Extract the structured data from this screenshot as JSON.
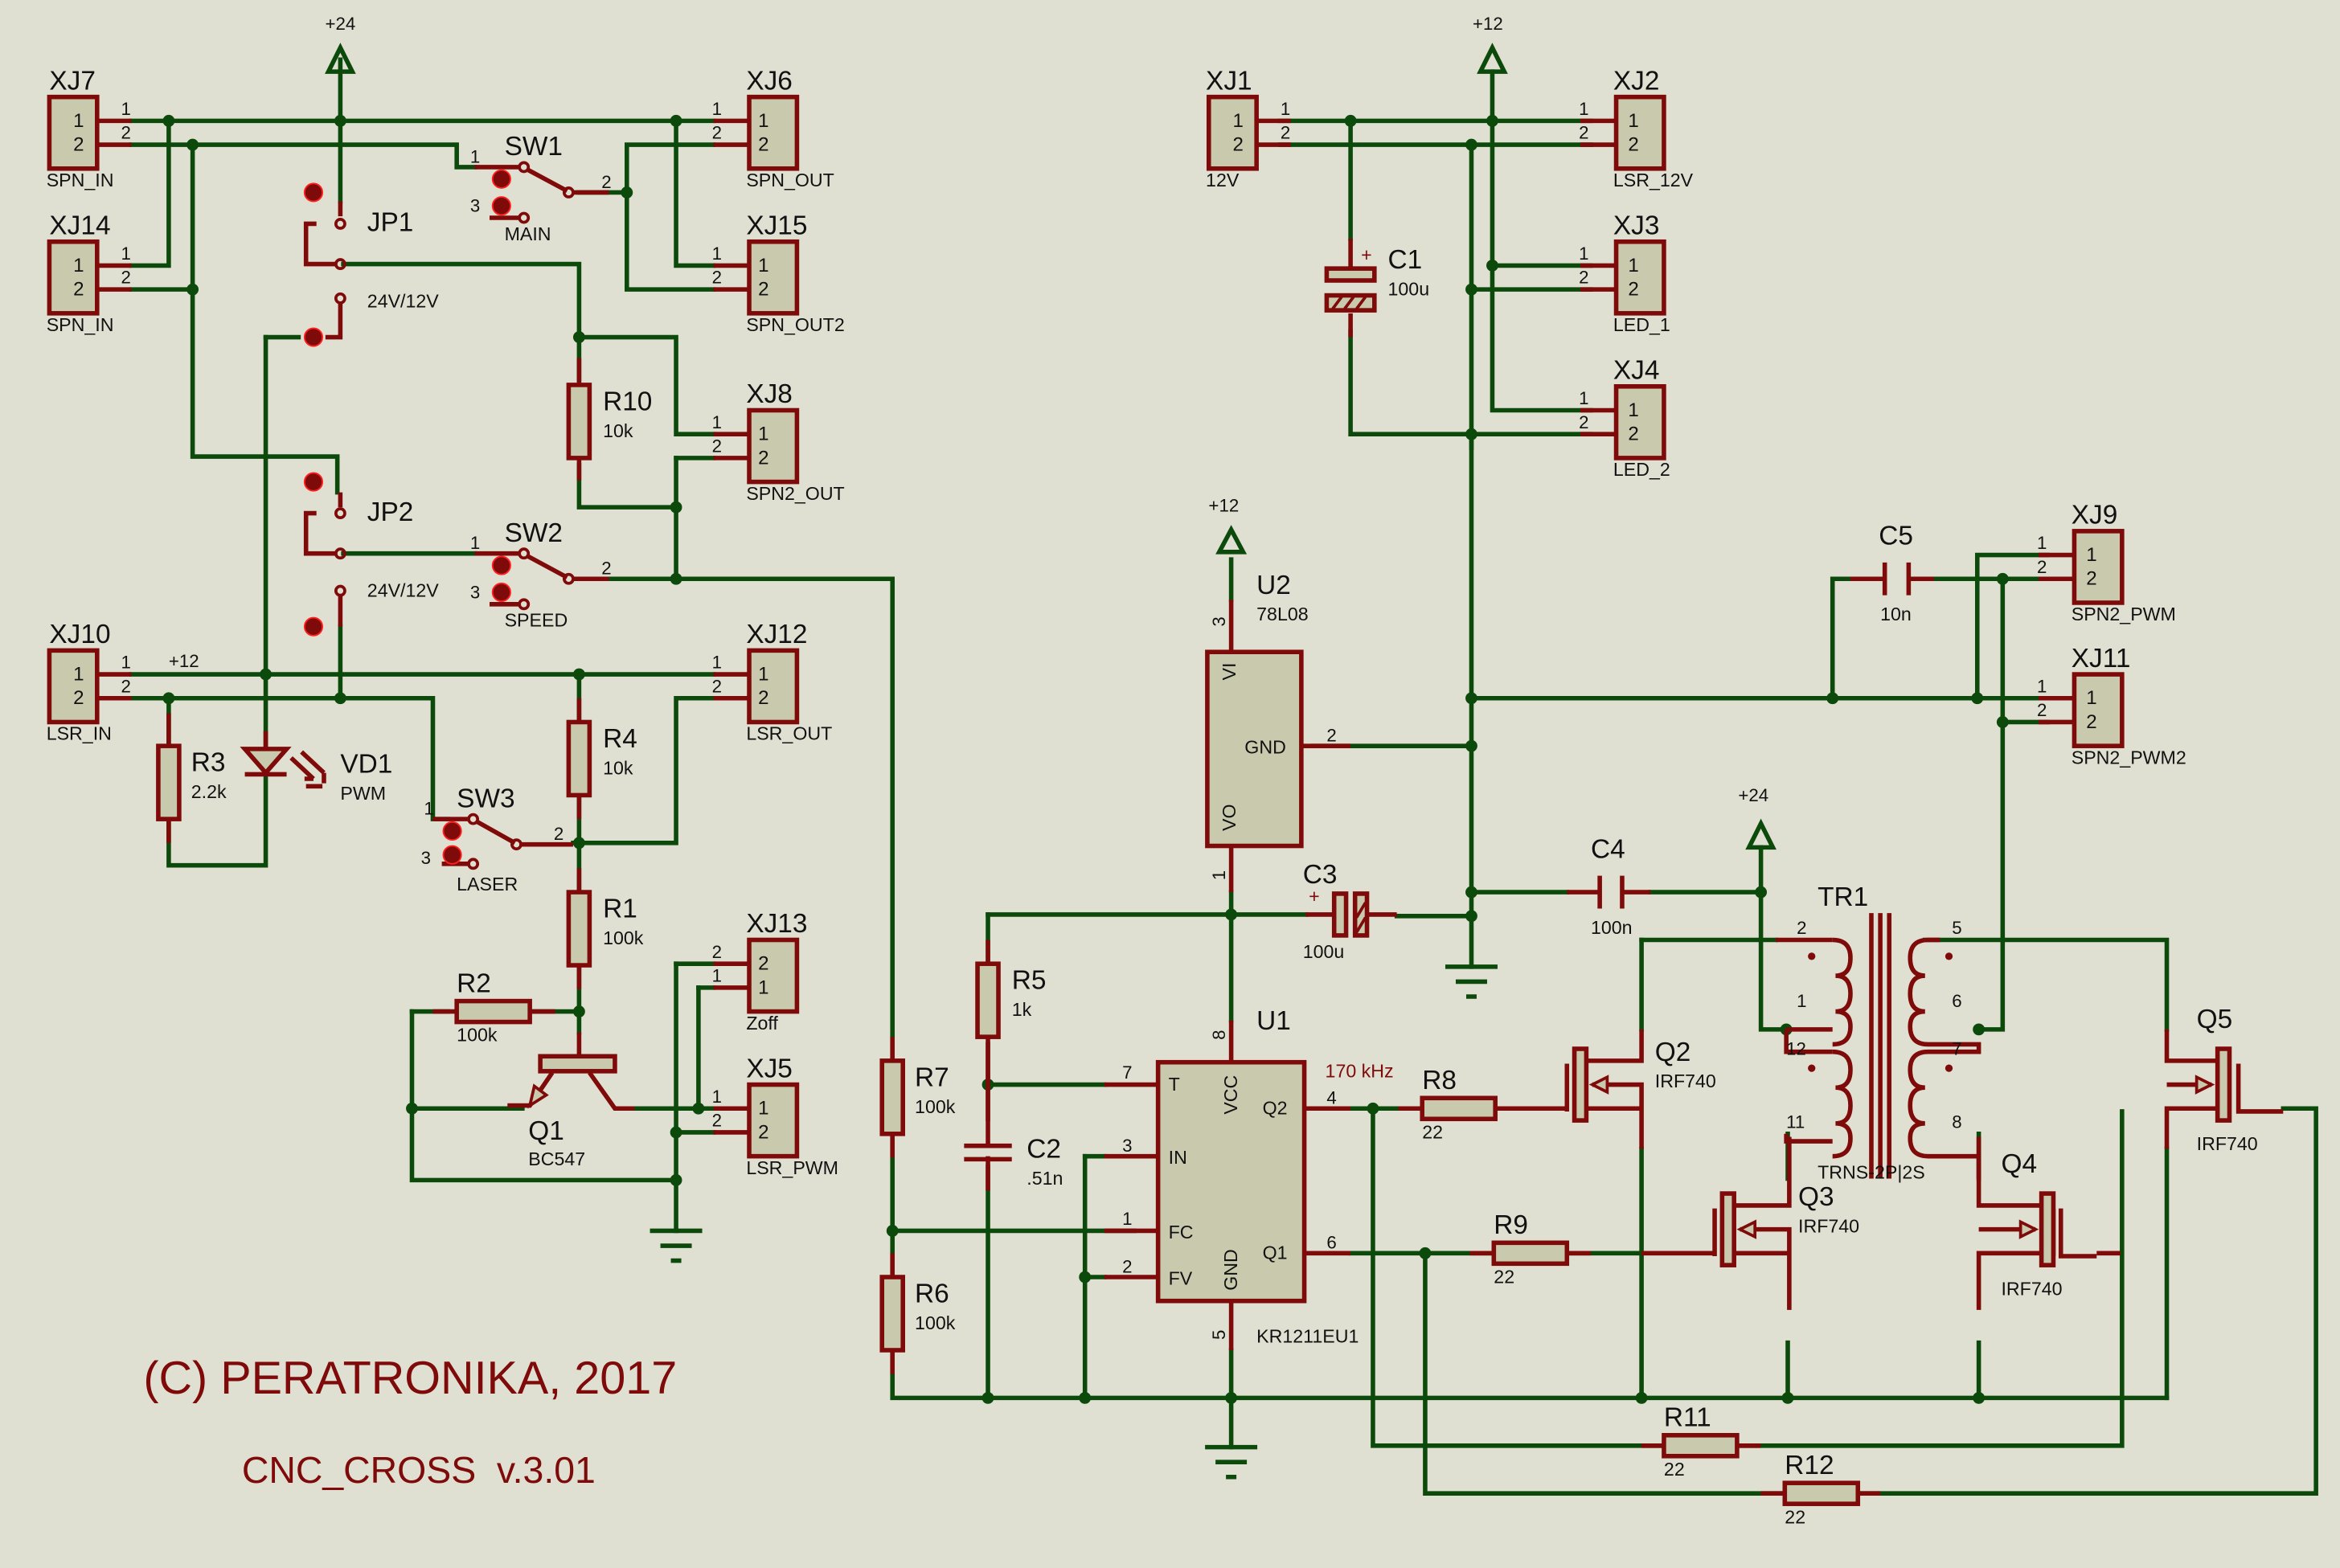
{
  "title": {
    "copyright": "(C) PERATRONIKA, 2017",
    "project": "CNC_CROSS  v.3.01"
  },
  "colors": {
    "background": "#e0e0d2",
    "wire": "#0c4a0c",
    "pin": "#7e0a0a",
    "component_fill": "#c9c9ae",
    "text": "#111111",
    "accent_text": "#7e0a0a"
  },
  "power": {
    "p24_top": "+24",
    "p12_top": "+12",
    "p12_u2": "+12",
    "p24_tr": "+24",
    "p12_net": "+12"
  },
  "connectors": {
    "XJ7": {
      "ref": "XJ7",
      "label": "SPN_IN",
      "pin1": "1",
      "pin2": "2"
    },
    "XJ14": {
      "ref": "XJ14",
      "label": "SPN_IN",
      "pin1": "1",
      "pin2": "2"
    },
    "XJ6": {
      "ref": "XJ6",
      "label": "SPN_OUT",
      "pin1": "1",
      "pin2": "2"
    },
    "XJ15": {
      "ref": "XJ15",
      "label": "SPN_OUT2",
      "pin1": "1",
      "pin2": "2"
    },
    "XJ8": {
      "ref": "XJ8",
      "label": "SPN2_OUT",
      "pin1": "1",
      "pin2": "2"
    },
    "XJ10": {
      "ref": "XJ10",
      "label": "LSR_IN",
      "pin1": "1",
      "pin2": "2"
    },
    "XJ12": {
      "ref": "XJ12",
      "label": "LSR_OUT",
      "pin1": "1",
      "pin2": "2"
    },
    "XJ13": {
      "ref": "XJ13",
      "label": "Zoff",
      "pin1": "2",
      "pin2": "1"
    },
    "XJ5": {
      "ref": "XJ5",
      "label": "LSR_PWM",
      "pin1": "1",
      "pin2": "2"
    },
    "XJ1": {
      "ref": "XJ1",
      "label": "12V",
      "pin1": "1",
      "pin2": "2"
    },
    "XJ2": {
      "ref": "XJ2",
      "label": "LSR_12V",
      "pin1": "1",
      "pin2": "2"
    },
    "XJ3": {
      "ref": "XJ3",
      "label": "LED_1",
      "pin1": "1",
      "pin2": "2"
    },
    "XJ4": {
      "ref": "XJ4",
      "label": "LED_2",
      "pin1": "1",
      "pin2": "2"
    },
    "XJ9": {
      "ref": "XJ9",
      "label": "SPN2_PWM",
      "pin1": "1",
      "pin2": "2"
    },
    "XJ11": {
      "ref": "XJ11",
      "label": "SPN2_PWM2",
      "pin1": "1",
      "pin2": "2"
    }
  },
  "switches": {
    "SW1": {
      "ref": "SW1",
      "label": "MAIN"
    },
    "SW2": {
      "ref": "SW2",
      "label": "SPEED"
    },
    "SW3": {
      "ref": "SW3",
      "label": "LASER"
    },
    "pin1": "1",
    "pin2": "2",
    "pin3": "3"
  },
  "jumpers": {
    "JP1": {
      "ref": "JP1",
      "label": "24V/12V"
    },
    "JP2": {
      "ref": "JP2",
      "label": "24V/12V"
    }
  },
  "resistors": {
    "R1": {
      "ref": "R1",
      "value": "100k"
    },
    "R2": {
      "ref": "R2",
      "value": "100k"
    },
    "R3": {
      "ref": "R3",
      "value": "2.2k"
    },
    "R4": {
      "ref": "R4",
      "value": "10k"
    },
    "R5": {
      "ref": "R5",
      "value": "1k"
    },
    "R6": {
      "ref": "R6",
      "value": "100k"
    },
    "R7": {
      "ref": "R7",
      "value": "100k"
    },
    "R8": {
      "ref": "R8",
      "value": "22"
    },
    "R9": {
      "ref": "R9",
      "value": "22"
    },
    "R10": {
      "ref": "R10",
      "value": "10k"
    },
    "R11": {
      "ref": "R11",
      "value": "22"
    },
    "R12": {
      "ref": "R12",
      "value": "22"
    }
  },
  "capacitors": {
    "C1": {
      "ref": "C1",
      "value": "100u",
      "plus": "+"
    },
    "C2": {
      "ref": "C2",
      "value": ".51n"
    },
    "C3": {
      "ref": "C3",
      "value": "100u",
      "plus": "+"
    },
    "C4": {
      "ref": "C4",
      "value": "100n"
    },
    "C5": {
      "ref": "C5",
      "value": "10n"
    }
  },
  "diodes": {
    "VD1": {
      "ref": "VD1",
      "value": "PWM"
    }
  },
  "transistors": {
    "Q1": {
      "ref": "Q1",
      "value": "BC547"
    },
    "Q2": {
      "ref": "Q2",
      "value": "IRF740"
    },
    "Q3": {
      "ref": "Q3",
      "value": "IRF740"
    },
    "Q4": {
      "ref": "Q4",
      "value": "IRF740"
    },
    "Q5": {
      "ref": "Q5",
      "value": "IRF740"
    }
  },
  "ics": {
    "U1": {
      "ref": "U1",
      "value": "KR1211EU1",
      "frequency": "170 kHz",
      "pins": {
        "T": "T",
        "IN": "IN",
        "FC": "FC",
        "FV": "FV",
        "VCC": "VCC",
        "GND": "GND",
        "Q2": "Q2",
        "Q1": "Q1"
      },
      "pin_numbers": {
        "T": "7",
        "IN": "3",
        "FC": "1",
        "FV": "2",
        "VCC": "8",
        "GND": "5",
        "Q2": "4",
        "Q1": "6"
      }
    },
    "U2": {
      "ref": "U2",
      "value": "78L08",
      "pins": {
        "VI": "VI",
        "GND": "GND",
        "VO": "VO"
      },
      "pin_numbers": {
        "VI": "3",
        "GND": "2",
        "VO": "1"
      }
    }
  },
  "transformer": {
    "ref": "TR1",
    "value": "TRNS-2P|2S",
    "pin_numbers": {
      "p2": "2",
      "p1": "1",
      "p12": "12",
      "p11": "11",
      "p5": "5",
      "p6": "6",
      "p7": "7",
      "p8": "8"
    }
  }
}
